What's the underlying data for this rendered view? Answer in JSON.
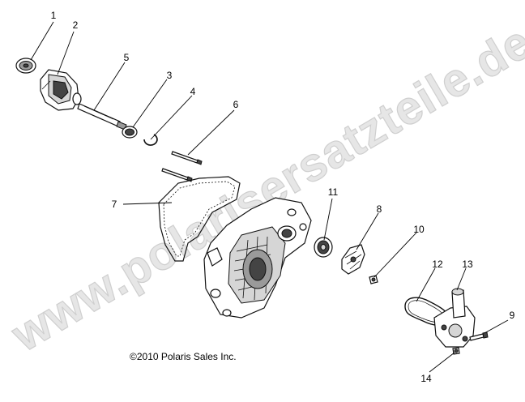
{
  "watermark": "www.polarisersatzteile.de",
  "copyright": "©2010 Polaris Sales Inc.",
  "callouts": [
    {
      "id": "c1",
      "label": "1"
    },
    {
      "id": "c2",
      "label": "2"
    },
    {
      "id": "c3",
      "label": "3"
    },
    {
      "id": "c4",
      "label": "4"
    },
    {
      "id": "c5",
      "label": "5"
    },
    {
      "id": "c6",
      "label": "6"
    },
    {
      "id": "c7",
      "label": "7"
    },
    {
      "id": "c8",
      "label": "8"
    },
    {
      "id": "c9",
      "label": "9"
    },
    {
      "id": "c10",
      "label": "10"
    },
    {
      "id": "c11",
      "label": "11"
    },
    {
      "id": "c12",
      "label": "12"
    },
    {
      "id": "c13",
      "label": "13"
    },
    {
      "id": "c14",
      "label": "14"
    }
  ]
}
